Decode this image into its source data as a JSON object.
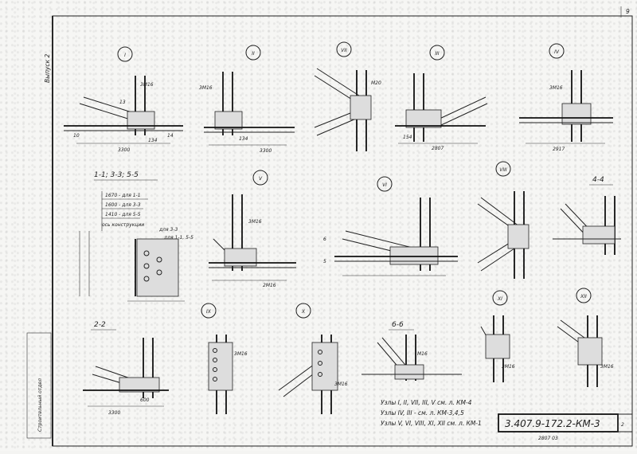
{
  "sheet": {
    "page_number": "9",
    "variant_label": "Выпуск 2",
    "side_stamp": "Строительный отдел",
    "doc_code": "3.407.9-172.2-КМ-3",
    "doc_sheet": "2",
    "sub_code": "2807 03"
  },
  "nodes": [
    {
      "id": "n1",
      "numeral": "I"
    },
    {
      "id": "n2",
      "numeral": "II"
    },
    {
      "id": "n7",
      "numeral": "VII"
    },
    {
      "id": "n3",
      "numeral": "III"
    },
    {
      "id": "n4",
      "numeral": "IV"
    },
    {
      "id": "n5",
      "numeral": "V"
    },
    {
      "id": "n6",
      "numeral": "VI"
    },
    {
      "id": "n8",
      "numeral": "VIII"
    },
    {
      "id": "n9",
      "numeral": "IX"
    },
    {
      "id": "n10",
      "numeral": "X"
    },
    {
      "id": "n11",
      "numeral": "XI"
    },
    {
      "id": "n12",
      "numeral": "XII"
    }
  ],
  "sections": {
    "s1": "1-1; 3-3; 5-5",
    "s2": "2-2",
    "s4": "4-4",
    "s6": "6-6"
  },
  "legend_1_1": {
    "row1": "1670 - для 1-1",
    "row2": "1600 - для 3-3",
    "row3": "1410 - для 5-5",
    "row4": "ось конструкции",
    "row5": "для 3-3",
    "row6": "для 1-1, 5-5"
  },
  "dims": {
    "d3300a": "3300",
    "d3300b": "3300",
    "d3300c": "3300",
    "d2807": "2807",
    "d2917": "2917",
    "d134": "134",
    "d154": "154",
    "d600": "600",
    "d2m16": "2М16",
    "d3m16": "3М16",
    "dm20": "М20",
    "dm16": "М16",
    "d10": "10",
    "d13": "13",
    "d14": "14"
  },
  "notes": {
    "line1": "Узлы I, II, VII, III, V см. л. КМ-4",
    "line2": "Узлы IV, III - см. л. КМ-3,4,5",
    "line3": "Узлы V, VI, VIII, XI, XII см. л. КМ-1"
  }
}
